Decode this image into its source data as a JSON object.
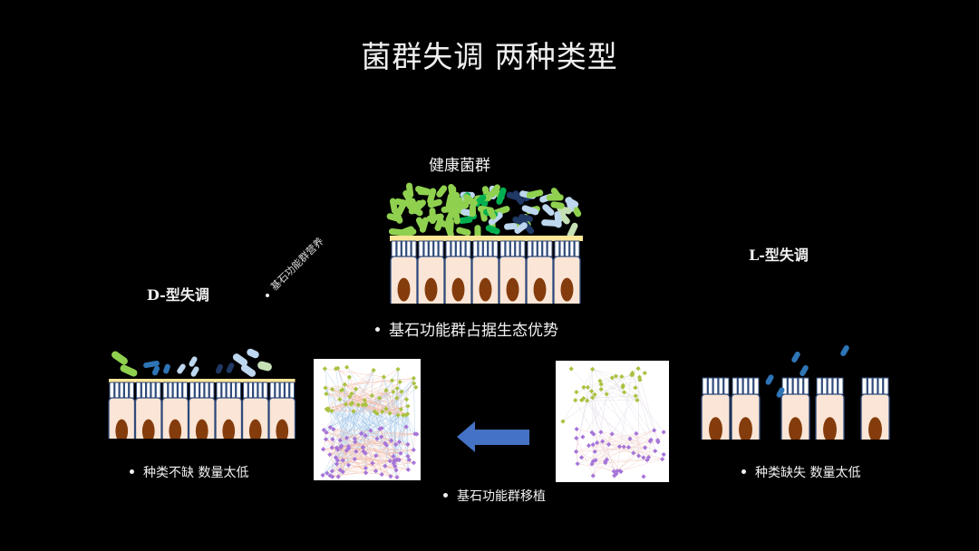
{
  "slide": {
    "title": "菌群失调 两种类型"
  },
  "healthy": {
    "label": "健康菌群",
    "bullet": "基石功能群占据生态优势",
    "cells": 7
  },
  "d_type": {
    "label": "D-型失调",
    "bullet": "种类不缺 数量太低",
    "cells": 7
  },
  "l_type": {
    "label": "L-型失调",
    "bullet": "种类缺失 数量太低",
    "cells": 5
  },
  "annotations": {
    "diagonal_note": "基石功能群营养",
    "transplant_bullet": "基石功能群移植",
    "arrow_direction": "left"
  },
  "colors": {
    "background": "#000000",
    "cell_fill": "#fbe5d6",
    "cell_border": "#2f4a7a",
    "nucleus": "#843c0c",
    "mucus_layer": "#ffe699",
    "bacteria_green": "#8fd14f",
    "bacteria_dark_green": "#00b050",
    "bacteria_light_blue": "#bdd7ee",
    "bacteria_mid_blue": "#2e75b6",
    "bacteria_navy": "#1f3864",
    "bacteria_pale_green": "#c5e0b4",
    "arrow_blue": "#4472c4",
    "network_node_green": "#a9c23f",
    "network_node_purple": "#a675d9",
    "network_edge_blue": "#9dc3e6",
    "network_edge_pink": "#f4b6a0"
  }
}
